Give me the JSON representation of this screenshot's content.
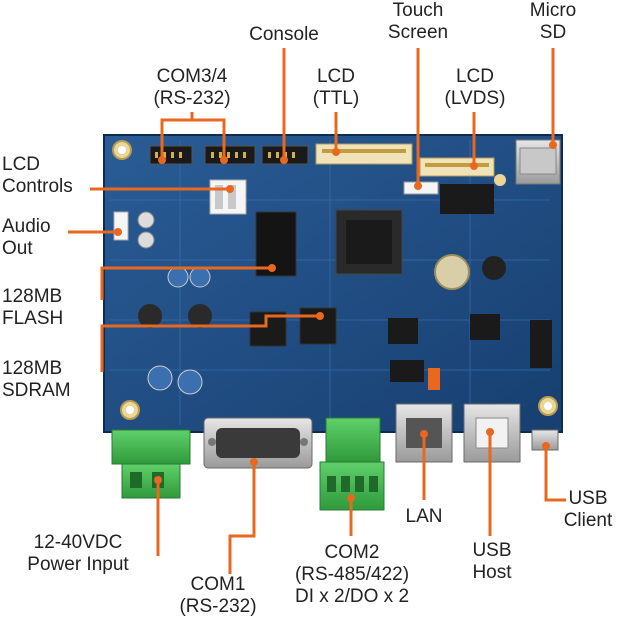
{
  "labels": {
    "console": "Console",
    "touch_screen": [
      "Touch",
      "Screen"
    ],
    "micro_sd": [
      "Micro",
      "SD"
    ],
    "com34": [
      "COM3/4",
      "(RS-232)"
    ],
    "lcd_ttl": [
      "LCD",
      "(TTL)"
    ],
    "lcd_lvds": [
      "LCD",
      "(LVDS)"
    ],
    "lcd_controls": [
      "LCD",
      "Controls"
    ],
    "audio_out": [
      "Audio",
      "Out"
    ],
    "flash": [
      "128MB",
      "FLASH"
    ],
    "sdram": [
      "128MB",
      "SDRAM"
    ],
    "power": [
      "12-40VDC",
      "Power Input"
    ],
    "com1": [
      "COM1",
      "(RS-232)"
    ],
    "com2": [
      "COM2",
      "(RS-485/422)",
      "DI x 2/DO x 2"
    ],
    "lan": "LAN",
    "usb_host": [
      "USB",
      "Host"
    ],
    "usb_client": [
      "USB",
      "Client"
    ]
  },
  "colors": {
    "board": "#1f4f86",
    "leader": "#e8681f",
    "text": "#222222",
    "terminal": "#3cb44b"
  }
}
